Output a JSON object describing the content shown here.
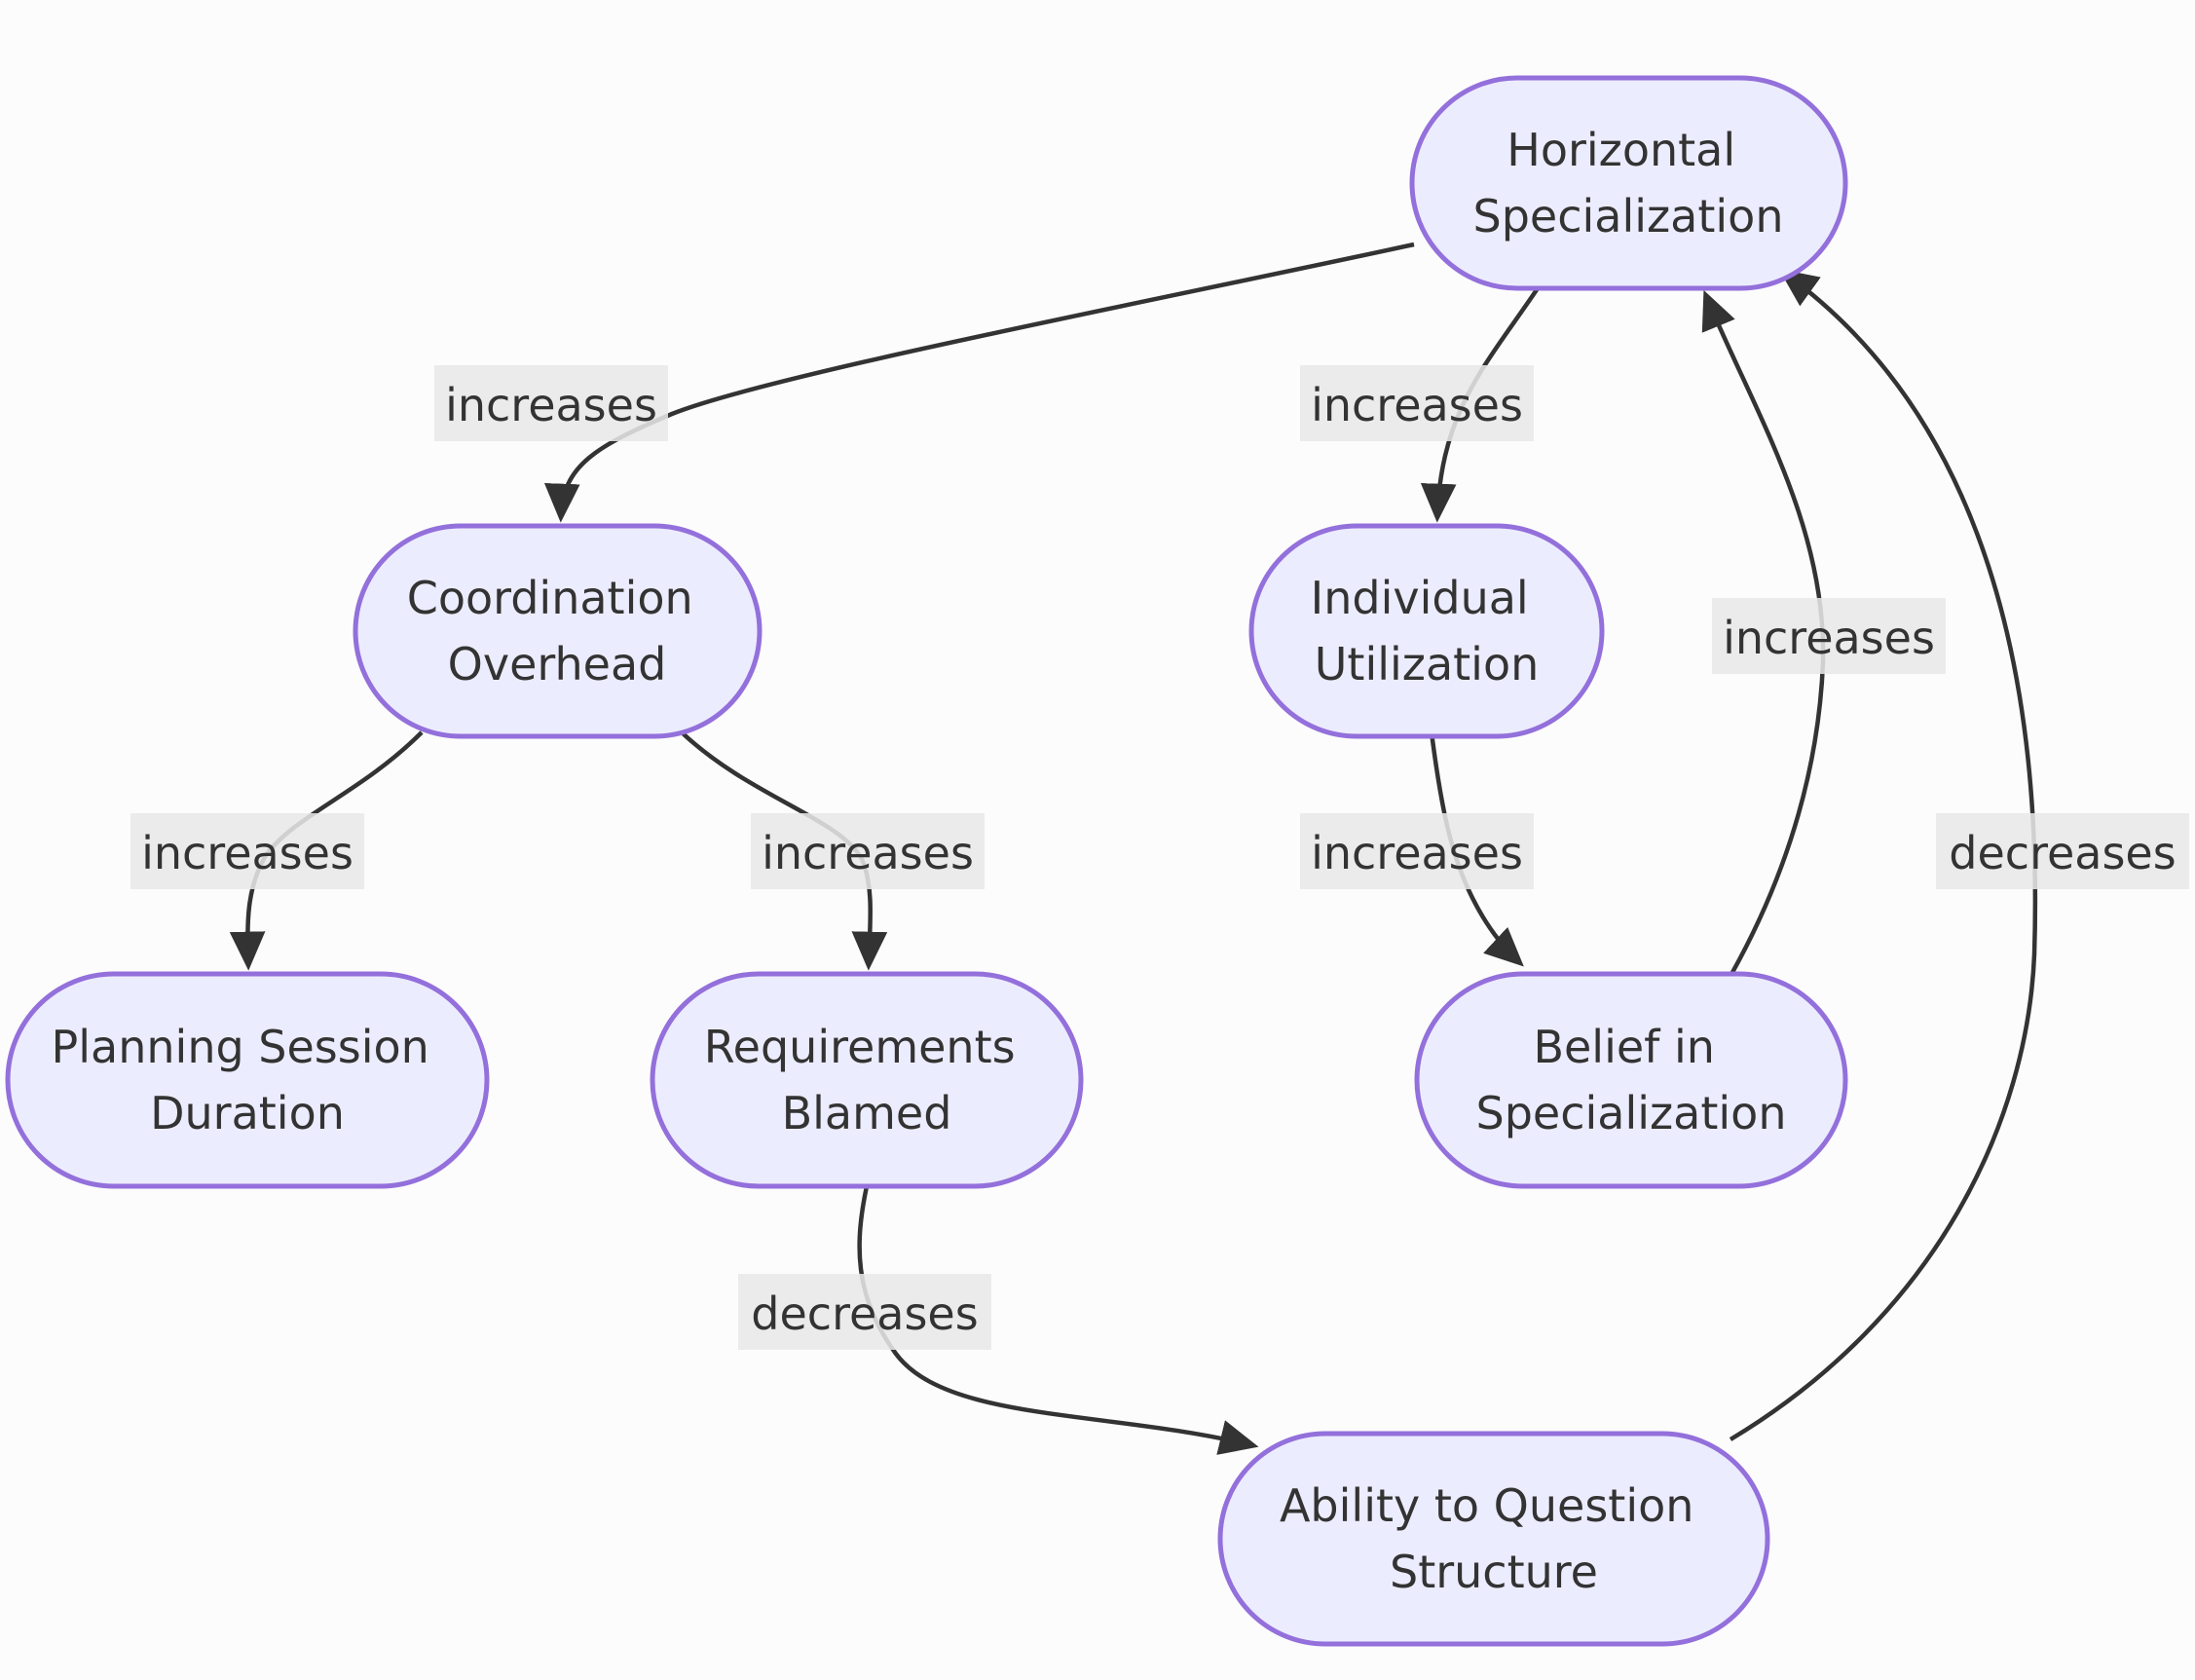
{
  "diagram": {
    "type": "flowchart",
    "background_color": "#FCFCFC",
    "colors": {
      "node_fill": "#ECECFF",
      "node_border": "#9370DB",
      "edge_color": "#333333",
      "edge_label_background": "#E8E8E8",
      "text_color": "#333333"
    },
    "nodes": {
      "horizontal_specialization": {
        "label": "Horizontal Specialization",
        "lines": [
          "Horizontal",
          "Specialization"
        ]
      },
      "coordination_overhead": {
        "label": "Coordination Overhead",
        "lines": [
          "Coordination",
          "Overhead"
        ]
      },
      "individual_utilization": {
        "label": "Individual Utilization",
        "lines": [
          "Individual",
          "Utilization"
        ]
      },
      "planning_session_duration": {
        "label": "Planning Session Duration",
        "lines": [
          "Planning Session",
          "Duration"
        ]
      },
      "requirements_blamed": {
        "label": "Requirements Blamed",
        "lines": [
          "Requirements",
          "Blamed"
        ]
      },
      "belief_in_specialization": {
        "label": "Belief in Specialization",
        "lines": [
          "Belief in",
          "Specialization"
        ]
      },
      "ability_to_question_structure": {
        "label": "Ability to Question Structure",
        "lines": [
          "Ability to Question",
          "Structure"
        ]
      }
    },
    "edges": [
      {
        "from": "Horizontal Specialization",
        "to": "Coordination Overhead",
        "label": "increases"
      },
      {
        "from": "Horizontal Specialization",
        "to": "Individual Utilization",
        "label": "increases"
      },
      {
        "from": "Coordination Overhead",
        "to": "Planning Session Duration",
        "label": "increases"
      },
      {
        "from": "Coordination Overhead",
        "to": "Requirements Blamed",
        "label": "increases"
      },
      {
        "from": "Individual Utilization",
        "to": "Belief in Specialization",
        "label": "increases"
      },
      {
        "from": "Belief in Specialization",
        "to": "Horizontal Specialization",
        "label": "increases"
      },
      {
        "from": "Requirements Blamed",
        "to": "Ability to Question Structure",
        "label": "decreases"
      },
      {
        "from": "Ability to Question Structure",
        "to": "Horizontal Specialization",
        "label": "decreases"
      }
    ]
  }
}
